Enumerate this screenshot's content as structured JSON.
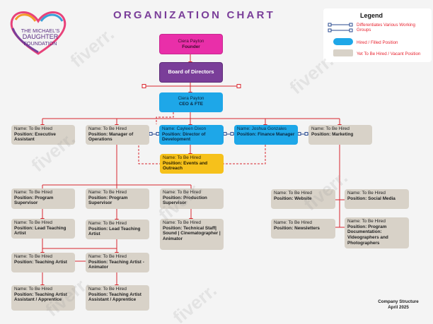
{
  "title": "ORGANIZATION CHART",
  "logo": {
    "line1": "THE MICHAEL'S",
    "line2": "DAUGHTER",
    "line3": "FOUNDATION"
  },
  "legend": {
    "title": "Legend",
    "items": [
      {
        "label": "Differentiates Various Working Groups"
      },
      {
        "label": "Hired / Filled Position",
        "color": "#1ea7e8"
      },
      {
        "label": "Yet To Be Hired / Vacant Position",
        "color": "#d8d2c8"
      }
    ]
  },
  "watermark": "fiverr.",
  "boxes": {
    "founder": {
      "name": "Ciera Payton",
      "position": "Founder"
    },
    "board": {
      "label": "Board of Directors"
    },
    "ceo": {
      "name": "Ciera Payton",
      "position": "CEO & FTE"
    },
    "exec_asst": {
      "name": "Name: To Be Hired",
      "position": "Position: Executive Assistant"
    },
    "mgr_ops": {
      "name": "Name: To Be Hired",
      "position": "Position: Manager of Operations"
    },
    "dir_dev": {
      "name": "Name: Cayleen Dixon",
      "position": "Position: Director of Development"
    },
    "fin_mgr": {
      "name": "Name: Joshua Gonzales",
      "position": "Position: Finance Manager"
    },
    "marketing": {
      "name": "Name: To Be Hired",
      "position": "Position: Marketing"
    },
    "events": {
      "name": "Name: To Be Hired",
      "position": "Position: Events and Outreach"
    },
    "prog_sup1": {
      "name": "Name: To Be Hired",
      "position": "Position: Program Supervisor"
    },
    "prog_sup2": {
      "name": "Name: To Be Hired",
      "position": "Position: Program Supervisor"
    },
    "prod_sup": {
      "name": "Name: To Be Hired",
      "position": "Position: Production Supervisor"
    },
    "lead_ta1": {
      "name": "Name: To Be Hired",
      "position": "Position: Lead Teaching Artist"
    },
    "lead_ta2": {
      "name": "Name: To Be Hired",
      "position": "Position: Lead Teaching Artist"
    },
    "tech_staff": {
      "name": "Name: To Be Hired",
      "position": "Position: Technical Staff| Sound | Cinematographer | Animator"
    },
    "ta": {
      "name": "Name: To Be Hired",
      "position": "Position: Teaching Artist"
    },
    "ta_anim": {
      "name": "Name: To Be Hired",
      "position": "Position: Teaching Artist - Animator"
    },
    "taa1": {
      "name": "Name: To Be Hired",
      "position": "Position: Teaching Artist Assistant / Apprentice"
    },
    "taa2": {
      "name": "Name: To Be Hired",
      "position": "Position: Teaching Artist Assistant / Apprentice"
    },
    "website": {
      "name": "Name: To Be Hired",
      "position": "Position: Website"
    },
    "social": {
      "name": "Name: To Be Hired",
      "position": "Position: Social Media"
    },
    "newsletters": {
      "name": "Name: To Be Hired",
      "position": "Position: Newsletters"
    },
    "prog_doc": {
      "name": "Name: To Be Hired",
      "position": "Position: Program Documentation: Videographers and Photographers"
    }
  },
  "footer": {
    "line1": "Company Structure",
    "line2": "April 2025"
  },
  "colors": {
    "line": "#d9262e",
    "group_line": "#27498f",
    "title": "#7a3e99"
  }
}
